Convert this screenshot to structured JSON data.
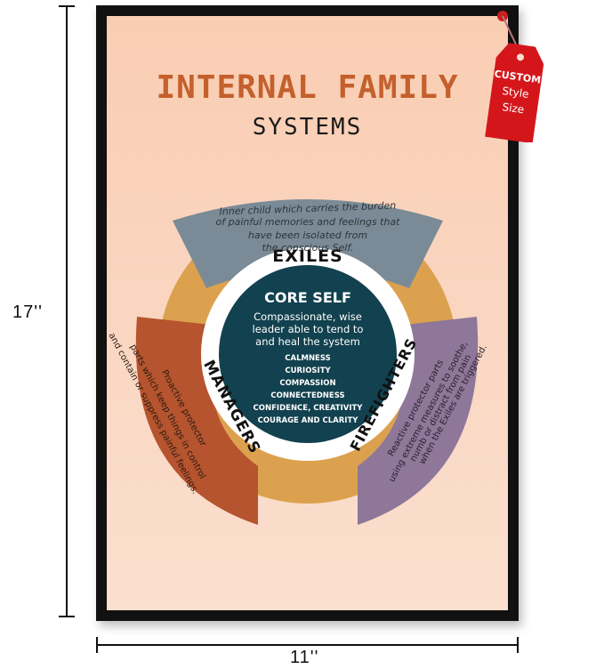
{
  "dimensions": {
    "height_label": "17''",
    "width_label": "11''"
  },
  "poster": {
    "title_line1": "INTERNAL FAMILY",
    "title_line2": "SYSTEMS"
  },
  "tag": {
    "line1": "CUSTOM",
    "line2": "Style",
    "line3": "Size"
  },
  "diagram": {
    "exiles": {
      "label": "EXILES",
      "desc_line1": "Inner child which carries the burden",
      "desc_line2": "of painful memories and feelings that",
      "desc_line3": "have been isolated from",
      "desc_line4": "the conscious Self."
    },
    "managers": {
      "label": "MANAGERS",
      "desc_line1": "Proactive protector",
      "desc_line2": "parts which keep things in control",
      "desc_line3": "and contain or suppress painful feelings."
    },
    "firefighters": {
      "label": "FIREFIGHTERS",
      "desc_line1": "Reactive protector parts",
      "desc_line2": "using extreme measures to soothe,",
      "desc_line3": "numb or distract from pain",
      "desc_line4": "when the Exiles are triggered."
    },
    "core": {
      "title": "CORE SELF",
      "desc_line1": "Compassionate, wise",
      "desc_line2": "leader able to tend to",
      "desc_line3": "and heal the system",
      "qualities": [
        "CALMNESS",
        "CURIOSITY",
        "COMPASSION",
        "CONNECTEDNESS",
        "CONFIDENCE, CREATIVITY",
        "COURAGE AND CLARITY"
      ]
    },
    "colors": {
      "exiles": "#7a8b97",
      "managers": "#b5542e",
      "firefighters": "#8e7799",
      "ring": "#dca14e",
      "core": "#12414f",
      "title": "#c4602c"
    }
  }
}
